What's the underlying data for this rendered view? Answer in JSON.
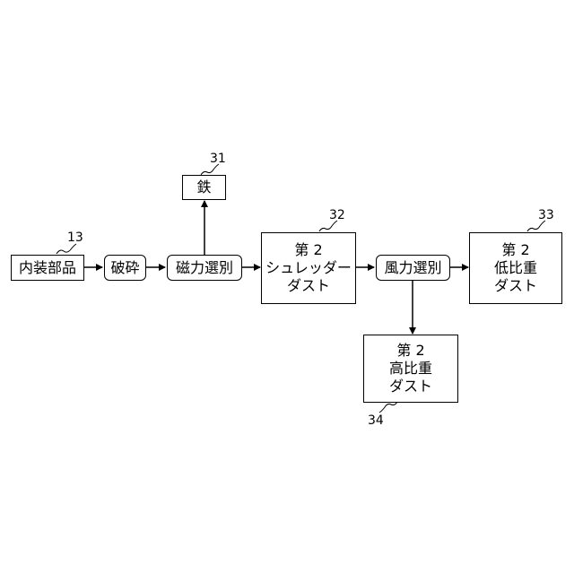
{
  "nodes": {
    "interior_parts": {
      "label": "内装部品",
      "ref": "13"
    },
    "crushing": {
      "label": "破砕"
    },
    "magnetic_sorting": {
      "label": "磁力選別"
    },
    "iron": {
      "label": "鉄",
      "ref": "31"
    },
    "second_shredder_dust": {
      "line1": "第 2",
      "line2": "シュレッダー",
      "line3": "ダスト",
      "ref": "32"
    },
    "wind_sorting": {
      "label": "風力選別"
    },
    "second_low_gravity_dust": {
      "line1": "第 2",
      "line2": "低比重",
      "line3": "ダスト",
      "ref": "33"
    },
    "second_high_gravity_dust": {
      "line1": "第 2",
      "line2": "高比重",
      "line3": "ダスト",
      "ref": "34"
    }
  },
  "colors": {
    "stroke": "#000000",
    "background": "#ffffff"
  }
}
